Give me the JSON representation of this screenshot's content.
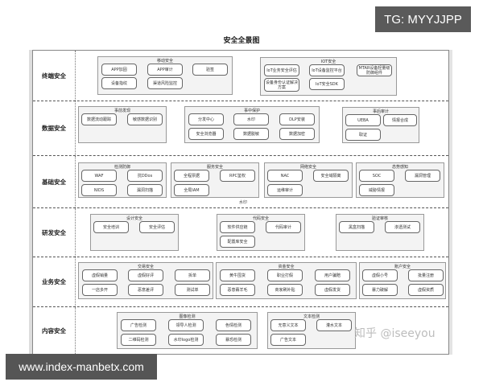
{
  "title": "安全全景图",
  "overlay": {
    "tg_badge": "TG: MYYJJPP",
    "url_badge": "www.index-manbetx.com",
    "watermark": "知乎 @iseeyou"
  },
  "rows": [
    {
      "label": "终端安全",
      "groups": [
        {
          "title": "移动安全",
          "items": [
            "APP加固",
            "APP审计",
            "验签",
            "设备指纹",
            "渠道风险监控"
          ]
        },
        {
          "title": "IOT安全",
          "items": [
            "IoT业务安全评估",
            "IoT设备监控平台",
            "MTAR设备轻量级防御组件",
            "设备身份认证解决方案",
            "IoT安全SDK"
          ]
        }
      ]
    },
    {
      "label": "数据安全",
      "groups": [
        {
          "title": "事前发现",
          "items": [
            "数据流动跟踪",
            "敏感数据识别"
          ]
        },
        {
          "title": "事中保护",
          "items": [
            "分发中心",
            "水印",
            "DLP安装",
            "安全浏览器",
            "数据脱敏",
            "数据加密"
          ]
        },
        {
          "title": "事后审计",
          "items": [
            "UEBA",
            "情报合成",
            "取证"
          ]
        }
      ]
    },
    {
      "label": "基础安全",
      "groups": [
        {
          "title": "检测防御",
          "items": [
            "WAF",
            "抗DDos",
            "NIDS",
            "漏洞扫描"
          ]
        },
        {
          "title": "服务安全",
          "items": [
            "全程票据",
            "RPC鉴权",
            "全局IAM"
          ]
        },
        {
          "title": "网络安全",
          "items": [
            "NAC",
            "安全域隔离",
            "运维审计"
          ]
        },
        {
          "title": "态势感知",
          "items": [
            "SOC",
            "漏洞管理",
            "威胁情报"
          ]
        }
      ],
      "note": "水印"
    },
    {
      "label": "研发安全",
      "groups": [
        {
          "title": "设计安全",
          "items": [
            "安全培训",
            "安全评估"
          ]
        },
        {
          "title": "代码安全",
          "items": [
            "软件供应链",
            "代码审计",
            "配置库安全"
          ]
        },
        {
          "title": "验证审核",
          "items": [
            "黑盒扫描",
            "渗透测试"
          ]
        }
      ]
    },
    {
      "label": "业务安全",
      "groups": [
        {
          "title": "交易安全",
          "items": [
            "虚假销量",
            "虚假好评",
            "拆单",
            "一店多开",
            "恶意差评",
            "测试单"
          ]
        },
        {
          "title": "资金安全",
          "items": [
            "黄牛囤货",
            "职业打假",
            "用户骗赔",
            "恶意薅羊毛",
            "商家刷补贴",
            "虚假发货"
          ]
        },
        {
          "title": "账户安全",
          "items": [
            "虚假小号",
            "批量注册",
            "暴力破解",
            "虚假资质"
          ]
        }
      ]
    },
    {
      "label": "内容安全",
      "groups": [
        {
          "title": "图像检测",
          "items": [
            "广告检测",
            "领导人检测",
            "色情检测",
            "二维码检测",
            "水印logo检测",
            "暴恐检测"
          ]
        },
        {
          "title": "文本检测",
          "items": [
            "无意义文本",
            "灌水文本",
            "广告文本"
          ]
        }
      ]
    }
  ]
}
